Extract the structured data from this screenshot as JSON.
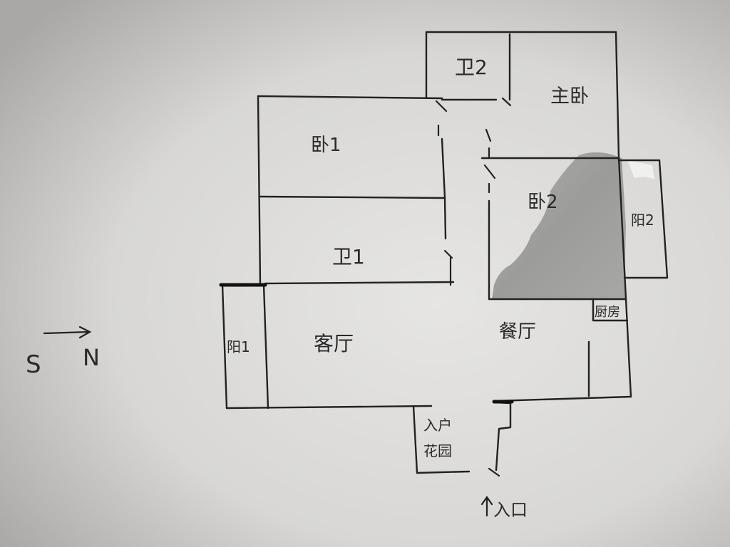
{
  "rooms": {
    "bathroom_2": "卫2",
    "master_bedroom": "主卧",
    "bedroom_1": "卧1",
    "bedroom_2": "卧2",
    "bathroom_1": "卫1",
    "balcony_2": "阳2",
    "kitchen": "厨房",
    "living_room": "客厅",
    "dining_room": "餐厅",
    "balcony_1": "阳1",
    "entry_garden_line1": "入户",
    "entry_garden_line2": "花园"
  },
  "compass": {
    "south": "S",
    "north": "N"
  },
  "entrance": {
    "label": "入口"
  },
  "colors": {
    "paper": "#dedddb",
    "ink": "#222222",
    "stain": "#8f8f8d"
  }
}
